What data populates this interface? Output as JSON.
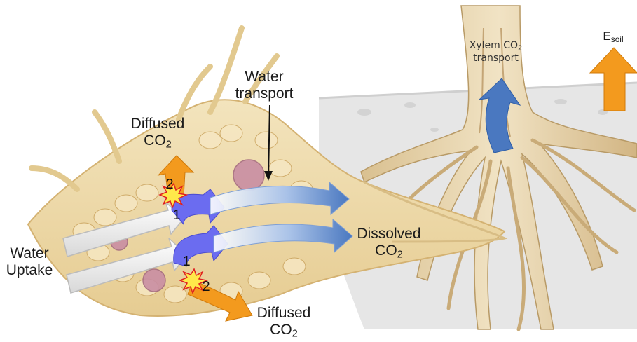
{
  "labels": {
    "water_transport": [
      "Water",
      "transport"
    ],
    "diffused_top": [
      "Diffused",
      "CO",
      "2"
    ],
    "diffused_bottom": [
      "Diffused",
      "CO",
      "2"
    ],
    "dissolved": [
      "Dissolved",
      "CO",
      "2"
    ],
    "water_uptake": [
      "Water",
      "Uptake"
    ],
    "xylem": [
      "Xylem CO",
      "2",
      "transport"
    ],
    "esoil": [
      "E",
      "soil"
    ],
    "step_one": "1",
    "step_two": "2"
  },
  "colors": {
    "root_fill": "#f2dfb0",
    "root_edge": "#d9b878",
    "cell_wall": "#caa35e",
    "vascular": "#c98ea3",
    "soil": "#e3e3e3",
    "tree": "#e8d3a8",
    "blue_arrow": "#4a78c0",
    "purple_arrow": "#6b6cf0",
    "orange_arrow": "#f39a1e",
    "white_arrow": "#f4f4f4"
  }
}
